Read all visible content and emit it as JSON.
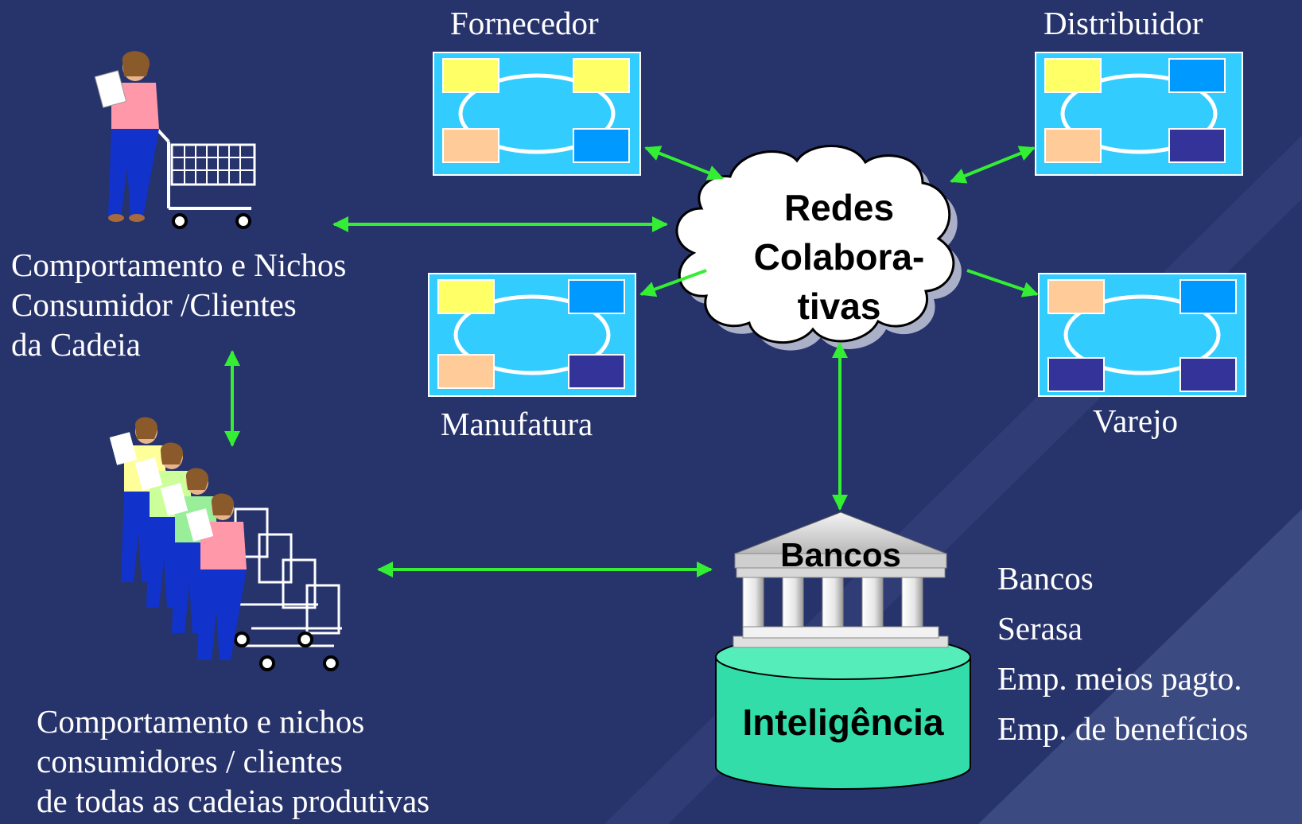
{
  "nodes": {
    "fornecedor": "Fornecedor",
    "distribuidor": "Distribuidor",
    "manufatura": "Manufatura",
    "varejo": "Varejo"
  },
  "cloud": {
    "line1": "Redes",
    "line2": "Colabora-",
    "line3": "tivas"
  },
  "bank": {
    "roof_label": "Bancos",
    "base_label": "Inteligência"
  },
  "consumer_single": {
    "lines": [
      "Comportamento e Nichos",
      "Consumidor /Clientes",
      "da Cadeia"
    ]
  },
  "consumer_group": {
    "lines": [
      "Comportamento e nichos",
      "consumidores / clientes",
      "de todas as cadeias produtivas"
    ]
  },
  "institutions": [
    "Bancos",
    "Serasa",
    "Emp. meios  pagto.",
    "Emp. de benefícios"
  ],
  "colors": {
    "background": "#27336b",
    "background_stripe": "#3c4a82",
    "arrow": "#33ee33",
    "box_fill": "#33ccff",
    "box_border": "#ffffff",
    "yellow": "#ffff66",
    "peach": "#ffcc99",
    "blue": "#0099ff",
    "navy": "#333399",
    "cylinder": "#33ddaa"
  }
}
